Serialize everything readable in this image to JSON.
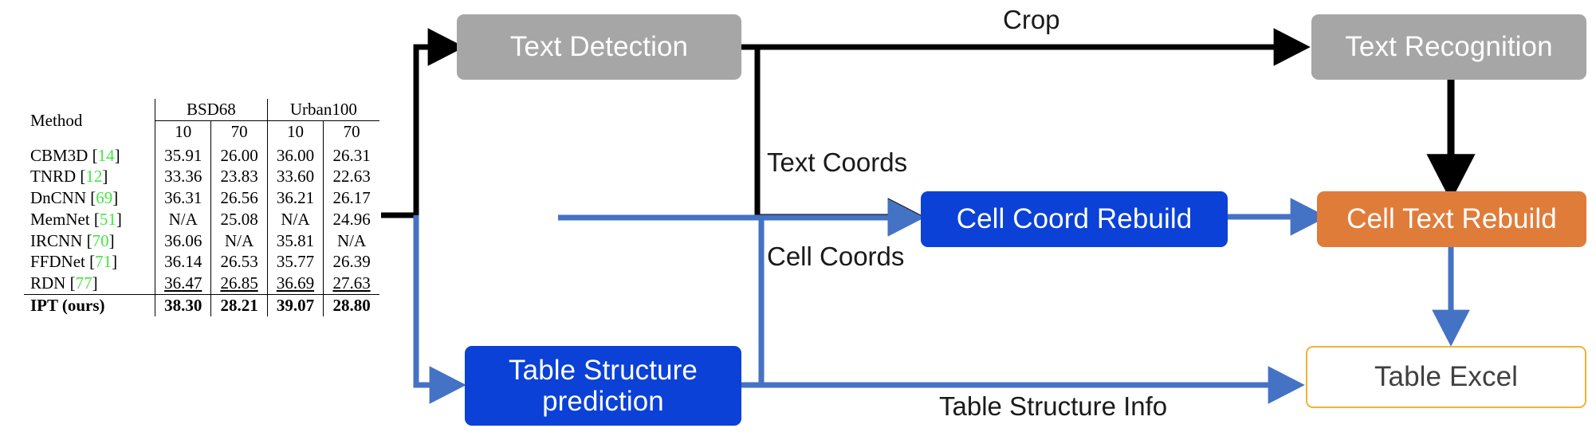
{
  "figure": {
    "title": "Table recognition pipeline with PSNR comparison table",
    "colors": {
      "gray_node": "#a6a6a6",
      "blue_node": "#0b41d6",
      "orange_node": "#e07c3a",
      "yellow_node_border": "#f2b233",
      "black_arrow": "#000000",
      "blue_arrow": "#4472c4",
      "reference_green": "#45e545"
    }
  },
  "table": {
    "caption": "",
    "col_method": "Method",
    "groups": [
      {
        "label": "BSD68",
        "subcols": [
          "10",
          "70"
        ]
      },
      {
        "label": "Urban100",
        "subcols": [
          "10",
          "70"
        ]
      }
    ],
    "rows": [
      {
        "method": "CBM3D",
        "ref": "14",
        "values": [
          "35.91",
          "26.00",
          "36.00",
          "26.31"
        ],
        "style": "normal"
      },
      {
        "method": "TNRD",
        "ref": "12",
        "values": [
          "33.36",
          "23.83",
          "33.60",
          "22.63"
        ],
        "style": "normal"
      },
      {
        "method": "DnCNN",
        "ref": "69",
        "values": [
          "36.31",
          "26.56",
          "36.21",
          "26.17"
        ],
        "style": "normal"
      },
      {
        "method": "MemNet",
        "ref": "51",
        "values": [
          "N/A",
          "25.08",
          "N/A",
          "24.96"
        ],
        "style": "normal"
      },
      {
        "method": "IRCNN",
        "ref": "70",
        "values": [
          "36.06",
          "N/A",
          "35.81",
          "N/A"
        ],
        "style": "normal"
      },
      {
        "method": "FFDNet",
        "ref": "71",
        "values": [
          "36.14",
          "26.53",
          "35.77",
          "26.39"
        ],
        "style": "normal"
      },
      {
        "method": "RDN",
        "ref": "77",
        "values": [
          "36.47",
          "26.85",
          "36.69",
          "27.63"
        ],
        "style": "underline"
      },
      {
        "method": "IPT (ours)",
        "ref": "",
        "values": [
          "38.30",
          "28.21",
          "39.07",
          "28.80"
        ],
        "style": "bold"
      }
    ]
  },
  "nodes": {
    "text_detection": "Text Detection",
    "text_recognition": "Text Recognition",
    "cell_coord_rebuild": "Cell Coord Rebuild",
    "cell_text_rebuild": "Cell Text Rebuild",
    "table_structure_prediction_line1": "Table Structure",
    "table_structure_prediction_line2": "prediction",
    "table_excel": "Table Excel"
  },
  "edges": {
    "crop": "Crop",
    "text_coords": "Text Coords",
    "cell_coords": "Cell Coords",
    "table_structure_info": "Table Structure Info"
  }
}
